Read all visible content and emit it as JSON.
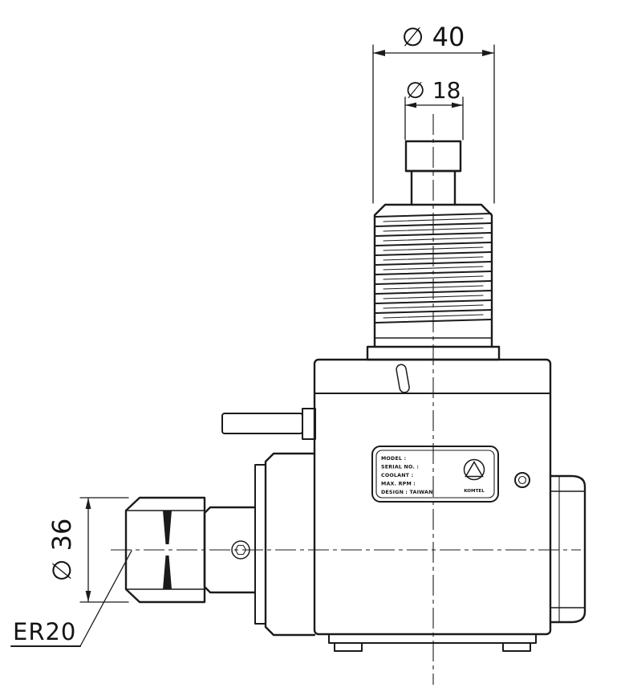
{
  "colors": {
    "ink": "#1b1b1b",
    "background": "#ffffff"
  },
  "drawing": {
    "dimensions": {
      "shank_thread_od": "∅ 40",
      "shank_tenon": "∅ 18",
      "collet_nut_od": "∅ 36"
    },
    "collet_callout": "ER20",
    "nameplate": {
      "fields": [
        "MODEL :",
        "SERIAL NO. :",
        "COOLANT :",
        "MAX. RPM :",
        "DESIGN :  TAIWAN"
      ],
      "logo_caption": "KOMTEL"
    }
  }
}
